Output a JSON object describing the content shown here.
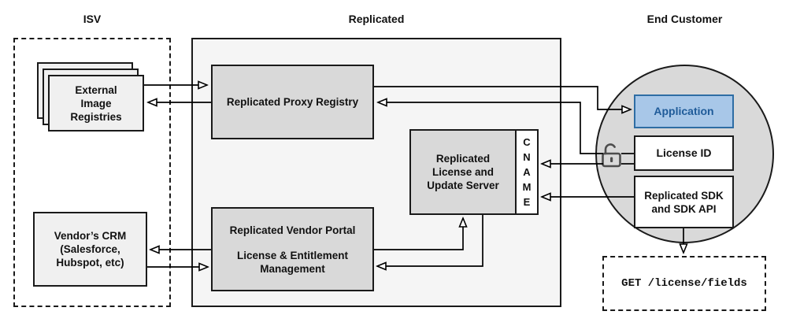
{
  "titles": {
    "isv": "ISV",
    "replicated": "Replicated",
    "end_customer": "End Customer"
  },
  "isv": {
    "registries": {
      "lines": [
        "External",
        "Image",
        "Registries"
      ]
    },
    "crm": {
      "lines": [
        "Vendor’s CRM",
        "(Salesforce,",
        "Hubspot, etc)"
      ]
    }
  },
  "replicated": {
    "proxy_registry": {
      "label": "Replicated Proxy Registry"
    },
    "license_update_server": {
      "lines": [
        "Replicated",
        "License and",
        "Update Server"
      ]
    },
    "cname": {
      "letters": [
        "C",
        "N",
        "A",
        "M",
        "E"
      ]
    },
    "vendor_portal": {
      "title": "Replicated Vendor Portal",
      "subtitle": "License & Entitlement Management"
    }
  },
  "end_customer": {
    "application": {
      "label": "Application"
    },
    "license_id": {
      "label": "License ID"
    },
    "sdk": {
      "lines": [
        "Replicated SDK",
        "and SDK API"
      ]
    },
    "get_request": {
      "label": "GET /license/fields"
    }
  },
  "icons": {
    "lock": "unlocked-padlock-icon"
  },
  "colors": {
    "accent_fill": "#a8c7e8",
    "accent_border": "#2e6da4",
    "accent_text": "#1f5b99",
    "gray_fill": "#d9d9d9",
    "light_fill": "#f0f0f0",
    "panel_fill": "#f5f5f5",
    "line": "#000000",
    "lock_stroke": "#4d4d4d"
  }
}
